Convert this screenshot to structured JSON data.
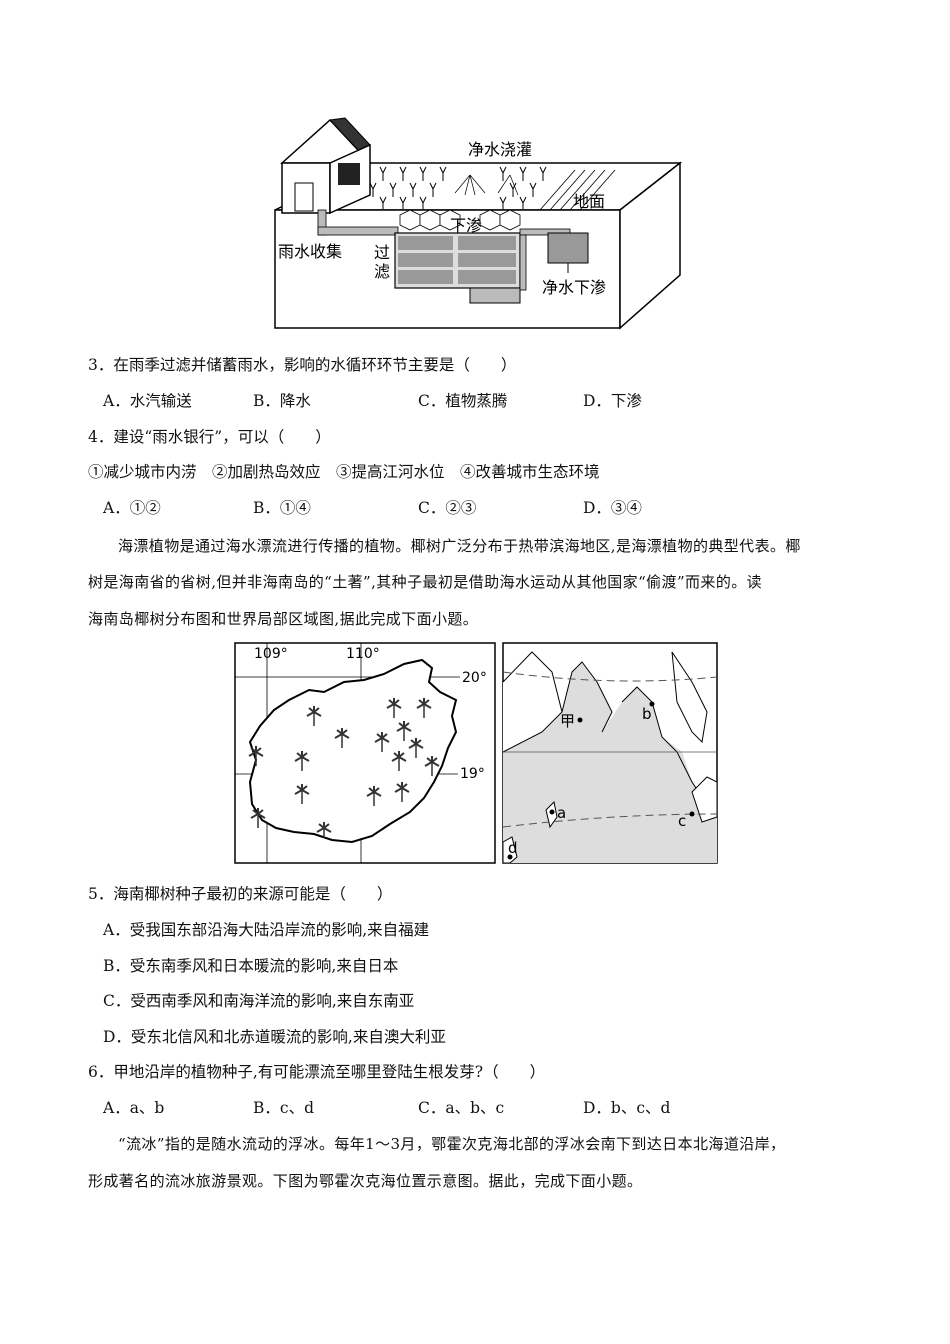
{
  "figure1": {
    "label_irrigation": "净水浇灌",
    "label_ground": "地面",
    "label_collect": "雨水收集",
    "label_seep": "下渗",
    "label_filter_1": "过",
    "label_filter_2": "滤",
    "label_clean_seep": "净水下渗"
  },
  "q3": {
    "stem": "3．在雨季过滤并储蓄雨水，影响的水循环环节主要是（　　）",
    "options": [
      "A．水汽输送",
      "B．降水",
      "C．植物蒸腾",
      "D．下渗"
    ]
  },
  "q4": {
    "stem": "4．建设“雨水银行”，可以（　　）",
    "items": "①减少城市内涝　②加剧热岛效应　③提高江河水位　④改善城市生态环境",
    "options": [
      "A．①②",
      "B．①④",
      "C．②③",
      "D．③④"
    ]
  },
  "passage2": {
    "line1": "海漂植物是通过海水漂流进行传播的植物。椰树广泛分布于热带滨海地区,是海漂植物的典型代表。椰",
    "line2": "树是海南省的省树,但并非海南岛的“土著”,其种子最初是借助海水运动从其他国家“偷渡”而来的。读",
    "line3": "海南岛椰树分布图和世界局部区域图,据此完成下面小题。"
  },
  "map_hainan": {
    "lon1": "109°",
    "lon2": "110°",
    "lat1": "20°",
    "lat2": "19°"
  },
  "map_world": {
    "jia": "甲",
    "a": "a",
    "b": "b",
    "c": "c",
    "d": "d"
  },
  "q5": {
    "stem": "5．海南椰树种子最初的来源可能是（　　）",
    "options": [
      "A．受我国东部沿海大陆沿岸流的影响,来自福建",
      "B．受东南季风和日本暖流的影响,来自日本",
      "C．受西南季风和南海洋流的影响,来自东南亚",
      "D．受东北信风和北赤道暖流的影响,来自澳大利亚"
    ]
  },
  "q6": {
    "stem": "6．甲地沿岸的植物种子,有可能漂流至哪里登陆生根发芽?（　　）",
    "options": [
      "A．a、b",
      "B．c、d",
      "C．a、b、c",
      "D．b、c、d"
    ]
  },
  "passage3": {
    "line1": "“流冰”指的是随水流动的浮冰。每年1～3月，鄂霍次克海北部的浮冰会南下到达日本北海道沿岸，",
    "line2": "形成著名的流冰旅游景观。下图为鄂霍次克海位置示意图。据此，完成下面小题。"
  }
}
